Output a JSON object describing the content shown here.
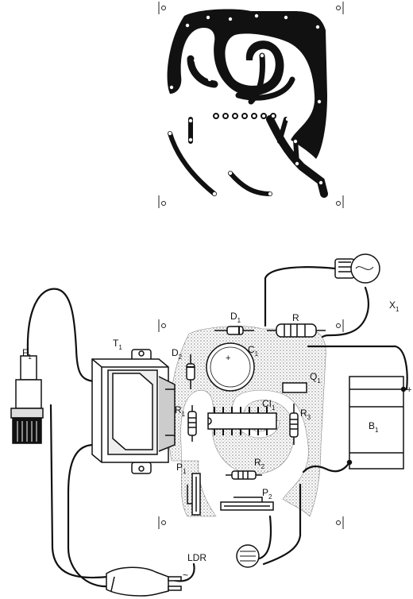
{
  "labels": {
    "F1": {
      "main": "F",
      "sub": "1"
    },
    "T1": {
      "main": "T",
      "sub": "1"
    },
    "D1": {
      "main": "D",
      "sub": "1"
    },
    "D2": {
      "main": "D",
      "sub": "2"
    },
    "R": {
      "main": "R",
      "sub": ""
    },
    "C1": {
      "main": "C",
      "sub": "1"
    },
    "X1": {
      "main": "X",
      "sub": "1"
    },
    "Q1": {
      "main": "Q",
      "sub": "1"
    },
    "R1": {
      "main": "R",
      "sub": "1"
    },
    "CI1": {
      "main": "CI",
      "sub": "1"
    },
    "R3": {
      "main": "R",
      "sub": "3"
    },
    "B1": {
      "main": "B",
      "sub": "1"
    },
    "P1": {
      "main": "P",
      "sub": "1"
    },
    "R2": {
      "main": "R",
      "sub": "2"
    },
    "P2": {
      "main": "P",
      "sub": "2"
    },
    "LDR": {
      "main": "LDR",
      "sub": ""
    }
  },
  "marks": {
    "plus": "+",
    "ac": "~",
    "cap_plus": "+"
  }
}
